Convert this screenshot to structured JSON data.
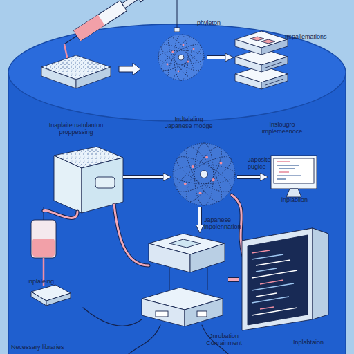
{
  "diagram": {
    "nodes": [
      {
        "text": [
          "phyleton"
        ]
      },
      {
        "text": [
          "Impallemations"
        ]
      },
      {
        "text": [
          "Inaplaite natulanton proppessing"
        ]
      },
      {
        "text": [
          "Indtalaling Japanese modge"
        ]
      },
      {
        "text": [
          "inplablion"
        ]
      },
      {
        "text": [
          "Jnrubation Conrainment"
        ]
      },
      {
        "text": [
          "Inplabtaion"
        ]
      }
    ],
    "edges": [
      {
        "from": 0,
        "to": 1,
        "arrow": "to"
      },
      {
        "from": 2,
        "to": 3,
        "arrow": "to"
      },
      {
        "from": 3,
        "to": 4,
        "arrow": "to"
      },
      {
        "from": 3,
        "to": 5,
        "arrow": "to",
        "label": "Japanese inpolennation"
      },
      {
        "from": 5,
        "to": 6,
        "arrow": "none"
      }
    ],
    "labels": [
      "Inslougro implemeenoce",
      "Japosite pugice",
      "inplaleing",
      "Necessary libraries"
    ]
  }
}
